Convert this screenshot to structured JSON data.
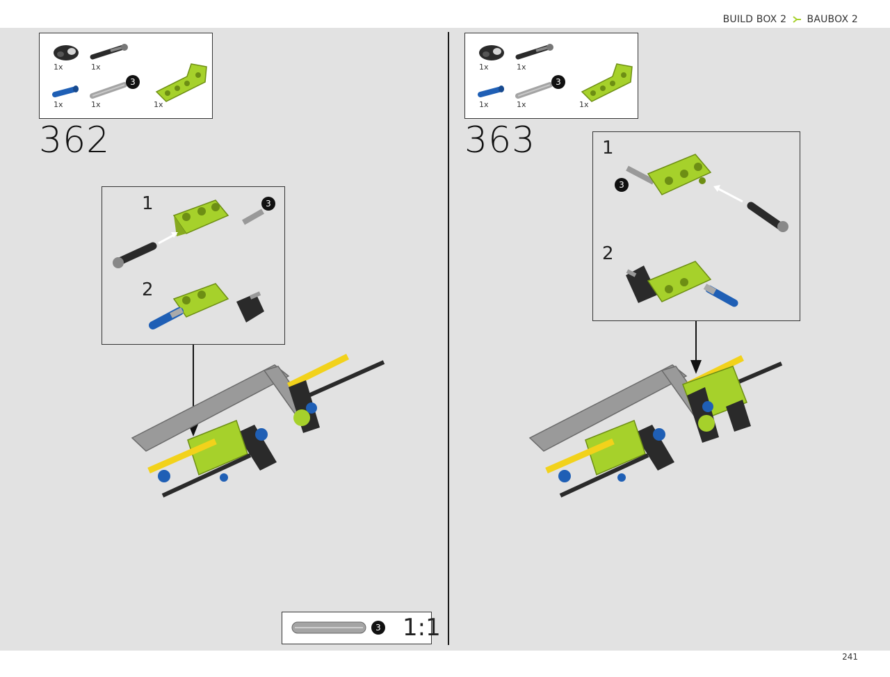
{
  "header": {
    "build_box": "BUILD BOX 2",
    "bau_box": "BAUBOX 2",
    "accent_color": "#a6d12b"
  },
  "footer": {
    "page_number": "241"
  },
  "steps": [
    {
      "number": "362",
      "parts": [
        {
          "qty": "1x",
          "icon": "black-connector-icon"
        },
        {
          "qty": "1x",
          "icon": "black-pin-axle-icon"
        },
        {
          "qty": "1x",
          "icon": "blue-pin-icon"
        },
        {
          "qty": "1x",
          "icon": "grey-axle-3-icon",
          "badge": "3"
        },
        {
          "qty": "1x",
          "icon": "lime-bent-beam-icon"
        }
      ],
      "substeps": [
        {
          "label": "1",
          "badge": "3"
        },
        {
          "label": "2"
        }
      ]
    },
    {
      "number": "363",
      "parts": [
        {
          "qty": "1x",
          "icon": "black-connector-icon"
        },
        {
          "qty": "1x",
          "icon": "black-pin-axle-icon"
        },
        {
          "qty": "1x",
          "icon": "blue-pin-icon"
        },
        {
          "qty": "1x",
          "icon": "grey-axle-3-icon",
          "badge": "3"
        },
        {
          "qty": "1x",
          "icon": "lime-bent-beam-icon"
        }
      ],
      "substeps": [
        {
          "label": "1",
          "badge": "3"
        },
        {
          "label": "2"
        }
      ]
    }
  ],
  "scale_check": {
    "badge": "3",
    "label": "1:1"
  },
  "colors": {
    "lime": "#a6d12b",
    "grey": "#9a9a9a",
    "black": "#2a2a2a",
    "blue": "#1f5fb5",
    "yellow": "#f2d21b",
    "background": "#e2e2e2"
  }
}
